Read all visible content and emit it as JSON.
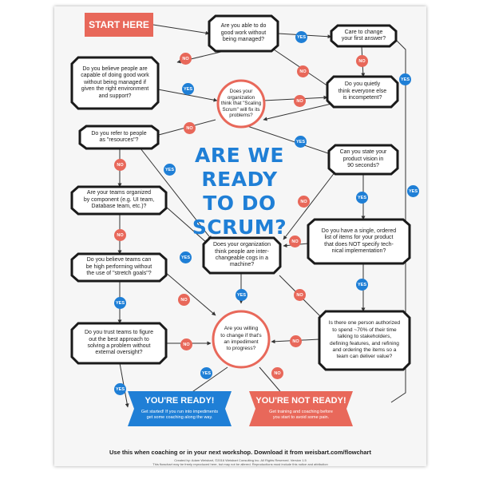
{
  "start_label": "START HERE",
  "title_lines": [
    "ARE WE",
    "READY TO DO",
    "SCRUM?"
  ],
  "nodes": {
    "q_able_without_managed": {
      "lines": [
        "Are you able to do",
        "good work without",
        "being managed?"
      ]
    },
    "q_care_change": {
      "lines": [
        "Care to change",
        "your first answer?"
      ]
    },
    "q_believe_people": {
      "lines": [
        "Do you believe people are",
        "capable of doing good work",
        "without being managed if",
        "given the right environment",
        "and support?"
      ]
    },
    "q_scaling": {
      "lines": [
        "Does your",
        "organization",
        "think that \"Scaling",
        "Scrum\" will fix its",
        "problems?"
      ]
    },
    "q_quietly": {
      "lines": [
        "Do you quietly",
        "think everyone else",
        "is incompetent?"
      ]
    },
    "q_resources": {
      "lines": [
        "Do you refer to people",
        "as \"resources\"?"
      ]
    },
    "q_vision": {
      "lines": [
        "Can you state your",
        "product vision in",
        "90 seconds?"
      ]
    },
    "q_component": {
      "lines": [
        "Are your teams organized",
        "by component (e.g. UI team,",
        "Database team, etc.)?"
      ]
    },
    "q_ordered_list": {
      "lines": [
        "Do you have a single, ordered",
        "list of items for your product",
        "that does NOT specify tech-",
        "nical implementation?"
      ]
    },
    "q_cogs": {
      "lines": [
        "Does your organization",
        "think people are inter-",
        "changeable cogs in a",
        "machine?"
      ]
    },
    "q_stretch": {
      "lines": [
        "Do you believe teams can",
        "be high performing without",
        "the use of \"stretch goals\"?"
      ]
    },
    "q_one_person": {
      "lines": [
        "Is there one person authorized",
        "to spend ~70% of their time",
        "talking to stakeholders,",
        "defining features, and refining",
        "and ordering the items so a",
        "team can deliver value?"
      ]
    },
    "q_trust": {
      "lines": [
        "Do you trust teams to figure",
        "out the best approach to",
        "solving a problem without",
        "external oversight?"
      ]
    },
    "q_willing_change": {
      "lines": [
        "Are you willing",
        "to change if that's",
        "an impediment",
        "to progress?"
      ]
    }
  },
  "ready": {
    "title": "YOU'RE READY!",
    "lines": [
      "Get started! If you run into impediments",
      "get some coaching along the way."
    ]
  },
  "not_ready": {
    "title": "YOU'RE NOT READY!",
    "lines": [
      "Get training and coaching before",
      "you start to avoid some pain."
    ]
  },
  "yes_label": "YES",
  "no_label": "NO",
  "footer": {
    "main": "Use this when coaching or in your next workshop. Download it from weisbart.com/flowchart",
    "credit": "Created by: Adam Weisbart, ©2016 Weisbart Consulting Inc. All Rights Reserved. Version 1.5",
    "license": "This flowchart may be freely reproduced here, but may not be altered. Reproductions must include this notice and attribution"
  },
  "colors": {
    "blue": "#1f7fd6",
    "red": "#e8685a",
    "ink": "#1a1a1a",
    "paper": "#f6f6f6"
  }
}
